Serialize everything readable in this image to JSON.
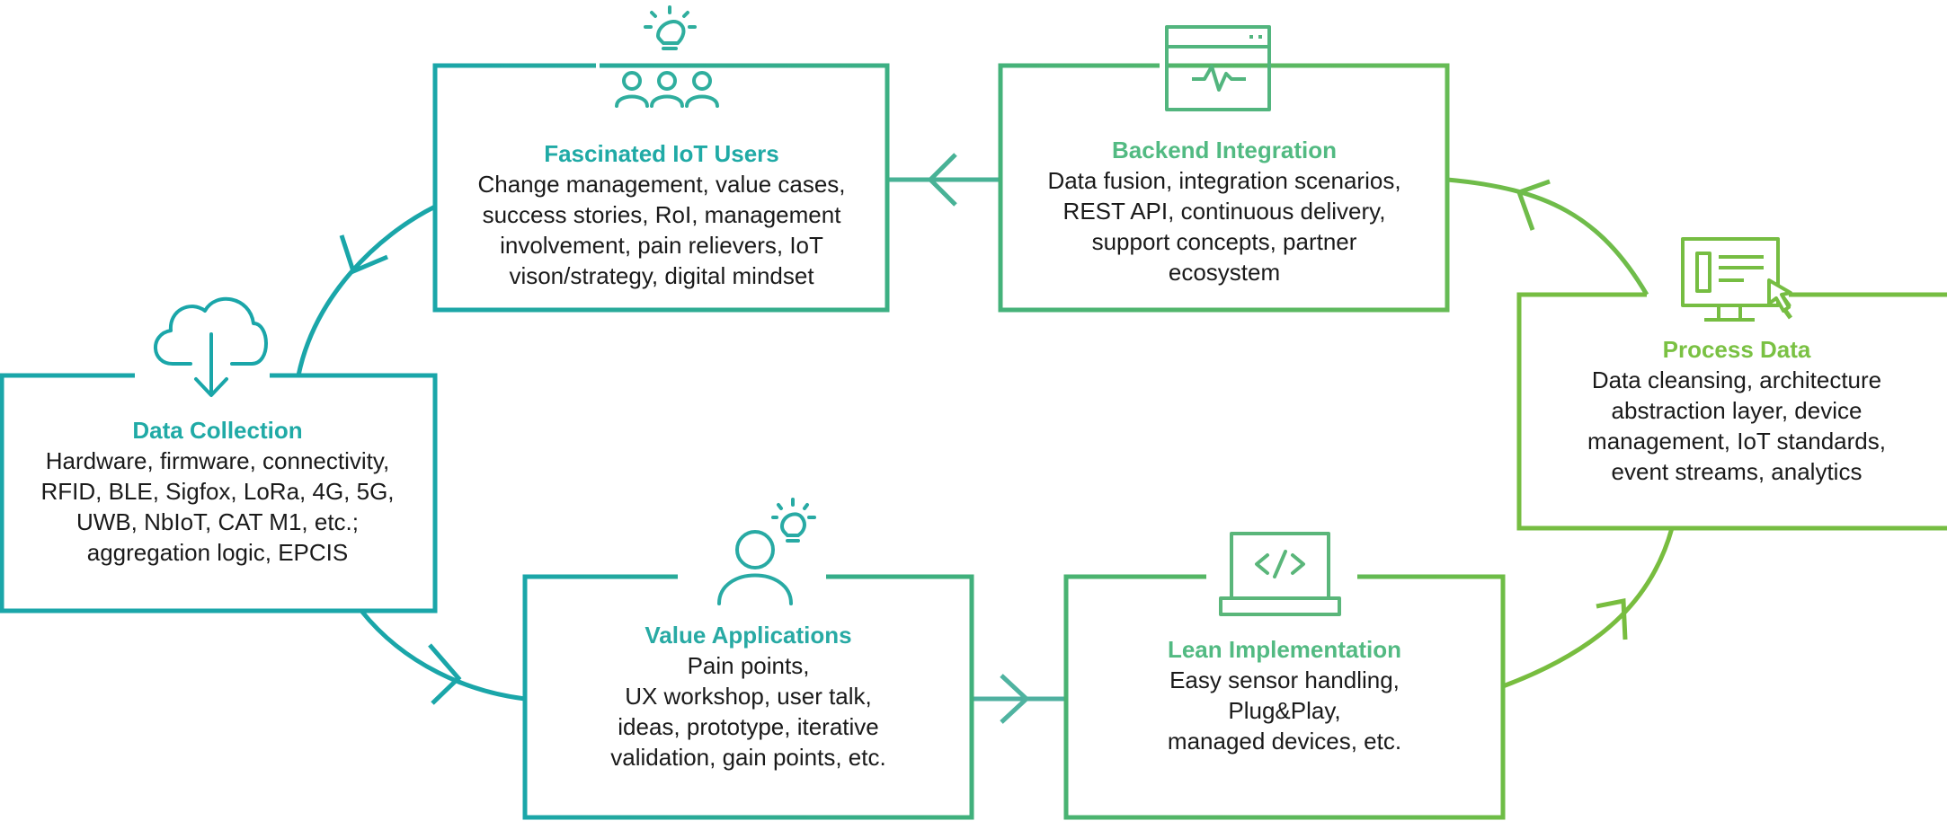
{
  "colors": {
    "teal": "#1aa6a9",
    "teal_text": "#20aaa6",
    "mid_green": "#4fb884",
    "mid_green_text": "#52ba82",
    "green": "#78bd3f",
    "green_text": "#7ac143"
  },
  "boxes": {
    "fascinated": {
      "title": "Fascinated IoT Users",
      "lines": [
        "Change management, value cases,",
        "success stories, RoI, management",
        "involvement, pain relievers, IoT",
        "vison/strategy, digital mindset"
      ],
      "icon": "users-idea-icon"
    },
    "backend": {
      "title": "Backend Integration",
      "lines": [
        "Data fusion, integration scenarios,",
        "REST API, continuous delivery,",
        "support concepts, partner",
        "ecosystem"
      ],
      "icon": "browser-monitoring-icon"
    },
    "process": {
      "title": "Process Data",
      "lines": [
        "Data cleansing, architecture",
        "abstraction layer, device",
        "management, IoT standards,",
        "event streams, analytics"
      ],
      "icon": "monitor-dashboard-icon"
    },
    "collection": {
      "title": "Data Collection",
      "lines": [
        "Hardware, firmware, connectivity,",
        "RFID, BLE, Sigfox, LoRa, 4G, 5G,",
        "UWB, NbIoT, CAT M1, etc.;",
        "aggregation logic, EPCIS"
      ],
      "icon": "cloud-download-icon"
    },
    "value": {
      "title": "Value Applications",
      "lines": [
        "Pain points,",
        "UX workshop, user talk,",
        "ideas, prototype, iterative",
        "validation, gain points, etc."
      ],
      "icon": "user-idea-icon"
    },
    "lean": {
      "title": "Lean Implementation",
      "lines": [
        "Easy sensor handling,",
        "Plug&Play,",
        "managed devices, etc."
      ],
      "icon": "laptop-code-icon"
    }
  }
}
